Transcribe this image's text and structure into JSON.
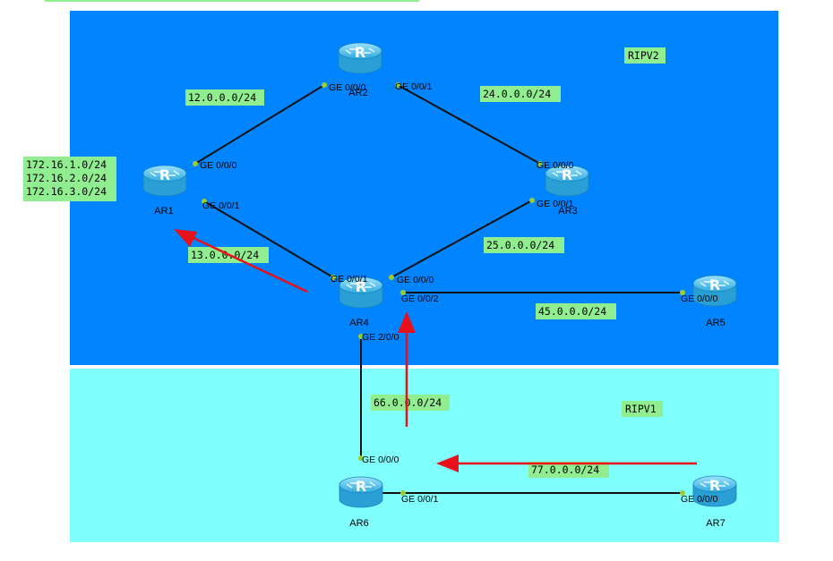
{
  "colors": {
    "ripv2_area": "#0084ff",
    "ripv1_area": "#80ffff",
    "label_bg": "#90ee90",
    "link": "#111111",
    "port_dot": "#9acd32",
    "arrow": "#e8101a",
    "router_body": "#5bc6ef"
  },
  "areas": {
    "ripv2": "RIPV2",
    "ripv1": "RIPV1"
  },
  "routers": {
    "ar1": "AR1",
    "ar2": "AR2",
    "ar3": "AR3",
    "ar4": "AR4",
    "ar5": "AR5",
    "ar6": "AR6",
    "ar7": "AR7"
  },
  "networks": {
    "n12": "12.0.0.0/24",
    "n24": "24.0.0.0/24",
    "n13": "13.0.0.0/24",
    "n25": "25.0.0.0/24",
    "n45": "45.0.0.0/24",
    "n66": "66.0.0.0/24",
    "n77": "77.0.0.0/24",
    "loop1": "172.16.1.0/24",
    "loop2": "172.16.2.0/24",
    "loop3": "172.16.3.0/24"
  },
  "ports": {
    "ar2_g000": "GE 0/0/0",
    "ar2_g001": "GE 0/0/1",
    "ar1_g000": "GE 0/0/0",
    "ar1_g001": "GE 0/0/1",
    "ar3_g000": "GE 0/0/0",
    "ar3_g001": "GE 0/0/1",
    "ar4_g001": "GE 0/0/1",
    "ar4_g000": "GE 0/0/0",
    "ar4_g002": "GE 0/0/2",
    "ar4_g200": "GE 2/0/0",
    "ar5_g000": "GE 0/0/0",
    "ar6_g000": "GE 0/0/0",
    "ar6_g001": "GE 0/0/1",
    "ar7_g000": "GE 0/0/0"
  },
  "router_glyph": "R"
}
